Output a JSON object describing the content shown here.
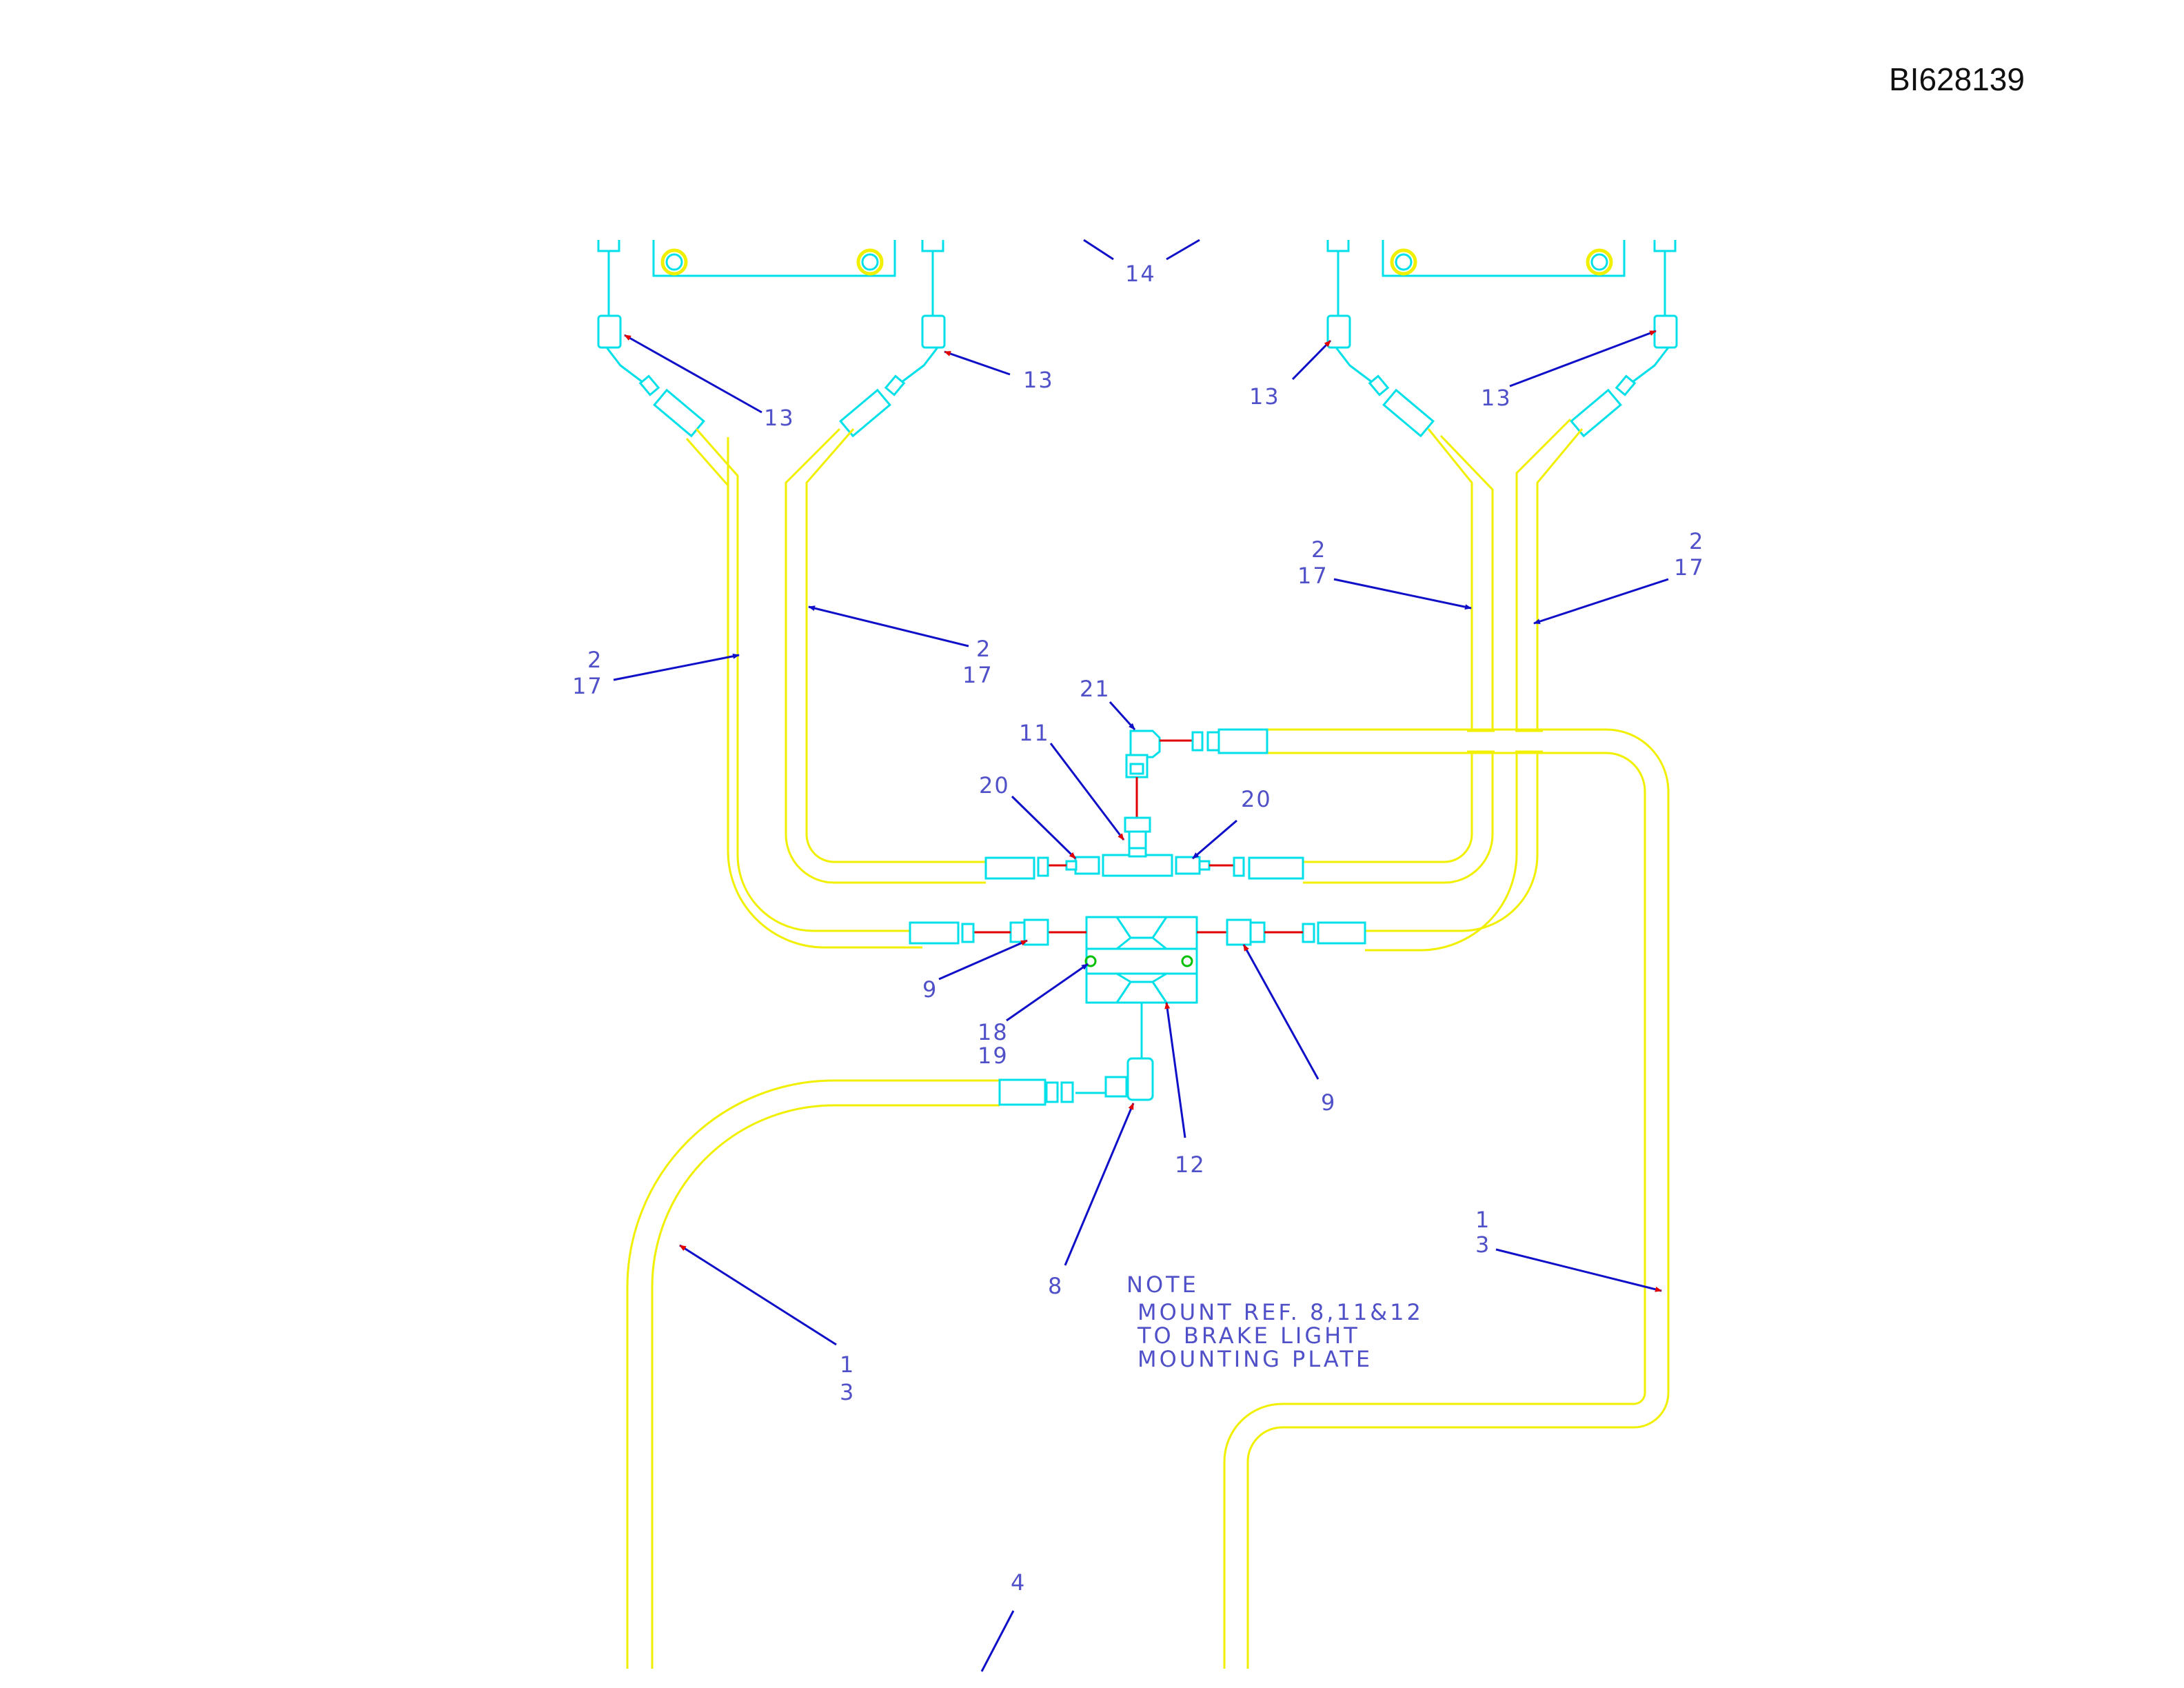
{
  "document_id": "BI628139",
  "callouts": {
    "c14": "14",
    "c13a": "13",
    "c13b": "13",
    "c13c": "13",
    "c13d": "13",
    "c2a": "2",
    "c17a": "17",
    "c2b": "2",
    "c17b": "17",
    "c2c": "2",
    "c17c": "17",
    "c2d": "2",
    "c17d": "17",
    "c21": "21",
    "c11": "11",
    "c20a": "20",
    "c20b": "20",
    "c9a": "9",
    "c9b": "9",
    "c18": "18",
    "c19": "19",
    "c12": "12",
    "c8": "8",
    "c1a": "1",
    "c3a": "3",
    "c1b": "1",
    "c3b": "3",
    "c4": "4"
  },
  "note": {
    "heading": "NOTE",
    "line1": "MOUNT REF. 8,11&12",
    "line2": "TO BRAKE LIGHT",
    "line3": "MOUNTING PLATE"
  },
  "colors": {
    "hose": "#f0f000",
    "fitting": "#00e0e8",
    "pipe": "#e00000",
    "leader": "#1010c8",
    "label": "#5050c8"
  }
}
